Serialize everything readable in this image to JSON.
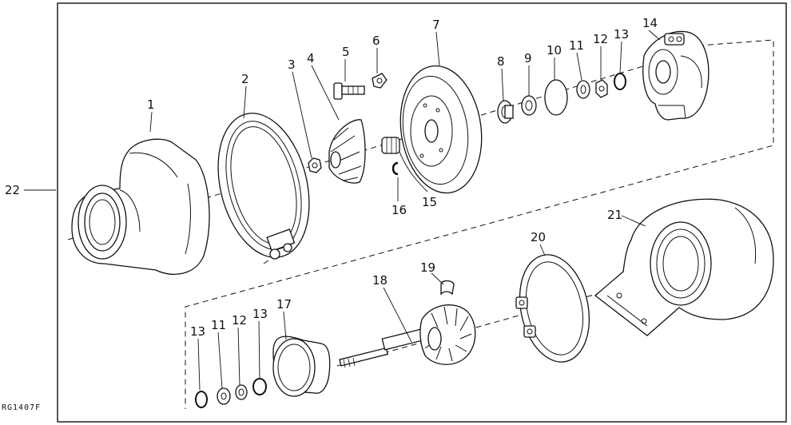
{
  "diagram": {
    "figure_code": "RG1407F",
    "callouts": {
      "c1": "1",
      "c2": "2",
      "c3": "3",
      "c4": "4",
      "c5": "5",
      "c6": "6",
      "c7": "7",
      "c8": "8",
      "c9": "9",
      "c10": "10",
      "c11": "11",
      "c12": "12",
      "c13": "13",
      "c14": "14",
      "c15": "15",
      "c16": "16",
      "c17": "17",
      "c18": "18",
      "c19": "19",
      "c20": "20",
      "c21": "21",
      "c22": "22",
      "c11b": "11",
      "c12b": "12",
      "c13b": "13",
      "c13c": "13"
    }
  }
}
